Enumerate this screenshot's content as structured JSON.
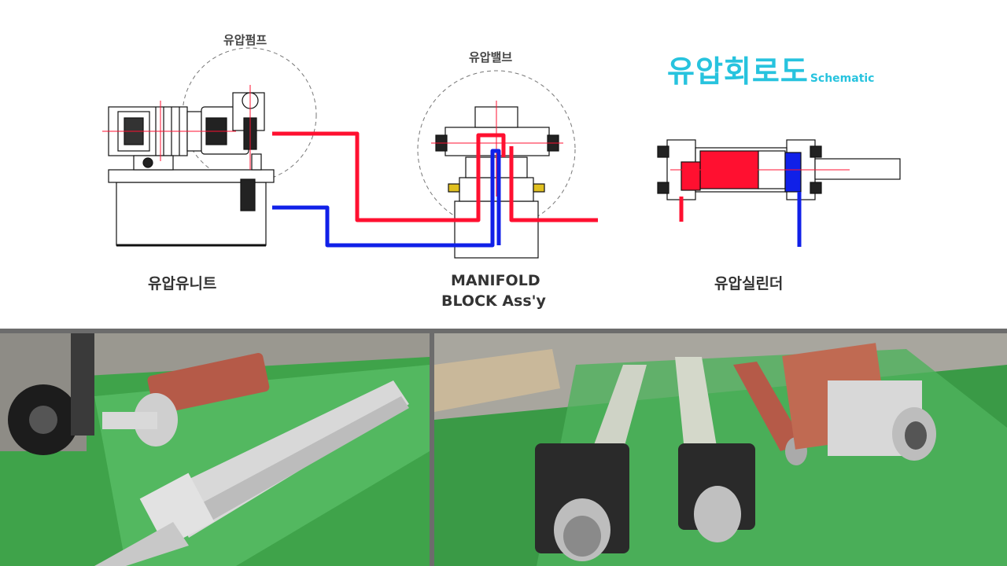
{
  "title": {
    "main": "유압회로도",
    "sub": "Schematic"
  },
  "labels": {
    "pump": "유압펌프",
    "valve": "유압밸브",
    "unit": "유압유니트",
    "manifold_line1": "MANIFOLD",
    "manifold_line2": "BLOCK Ass'y",
    "cylinder": "유압실린더"
  },
  "colors": {
    "pressure_line": "#ff1030",
    "return_line": "#1020e8",
    "title": "#27c3de",
    "photo_ground": "#3fa34a"
  },
  "photos": [
    {
      "subject": "hydraulic-cylinders-left-photo"
    },
    {
      "subject": "hydraulic-cylinders-right-photo"
    }
  ]
}
